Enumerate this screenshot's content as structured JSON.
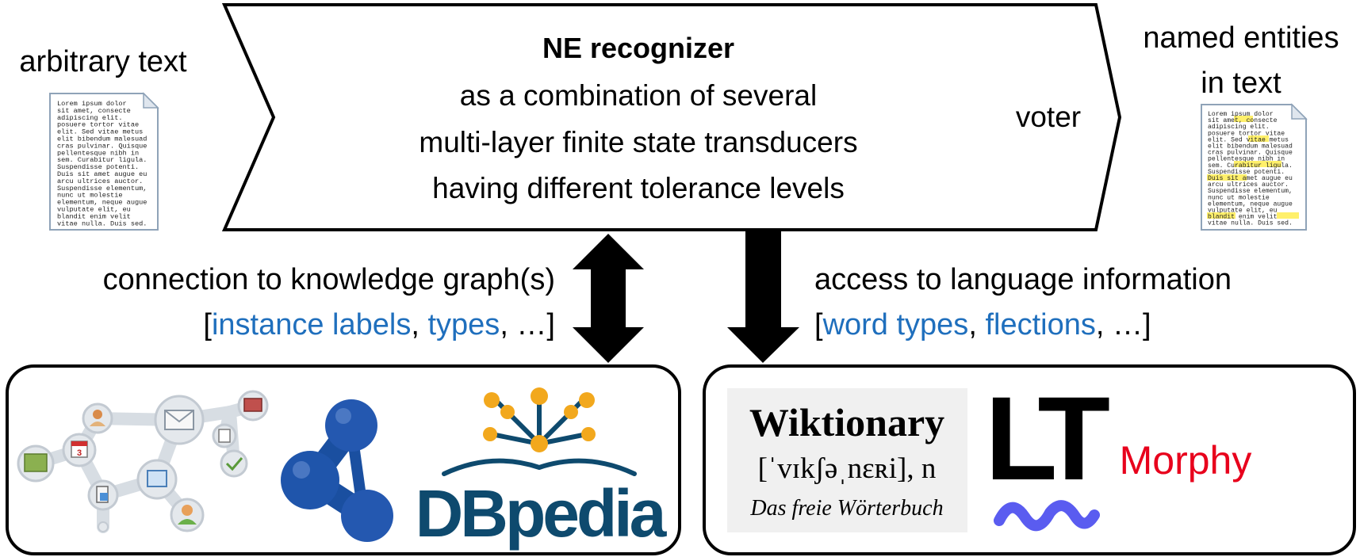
{
  "input": {
    "label": "arbitrary text"
  },
  "output": {
    "label_line1": "named entities",
    "label_line2": "in text"
  },
  "recognizer": {
    "title": "NE recognizer",
    "line1": "as a combination of several",
    "line2": "multi-layer finite state transducers",
    "line3": "having different tolerance levels",
    "voter": "voter"
  },
  "knowledge_graph": {
    "heading": "connection to knowledge graph(s)",
    "bracket_open": "[",
    "item1": "instance labels",
    "sep1": ", ",
    "item2": "types",
    "sep2": ", …]"
  },
  "language_info": {
    "heading": "access to language information",
    "bracket_open": "[",
    "item1": "word types",
    "sep1": ", ",
    "item2": "flections",
    "sep2": ", …]"
  },
  "logos": {
    "dbpedia": "DBpedia",
    "wiktionary_title": "Wiktionary",
    "wiktionary_ipa": "[ˈvɪkʃəˌnɛʀi], n",
    "wiktionary_sub": "Das freie Wörterbuch",
    "lt": "LT",
    "morphy": "Morphy"
  },
  "doc_text_lines": [
    "Lorem ipsum dolor",
    "sit amet, consecte",
    "adipiscing elit.",
    "posuere tortor vitae",
    "elit. Sed vitae metus a",
    "elit bibendum malesuada",
    "cras pulvinar. Quisque",
    "pellentesque nibh in",
    "sem. Curabitur ligula.",
    "Suspendisse potenti.",
    "Duis sit amet augue eu",
    "arcu ultrices auctor.",
    "Suspendisse elementum,",
    "nunc ut molestie",
    "elementum, neque augue",
    "vulputate elit, eu",
    "blandit enim velit",
    "vitae nulla. Duis sed."
  ],
  "colors": {
    "link_blue": "#1f6fbd",
    "morphy_red": "#e8001c",
    "dbpedia_teal": "#0e4a6e",
    "dbpedia_gold": "#f2a81d",
    "graph_blue": "#1a4fa0",
    "lt_wave": "#5a5cf0",
    "highlight": "#fff06b"
  },
  "icons": {
    "document": "document-icon",
    "highlighted_document": "highlighted-document-icon",
    "knowledge_graph": "knowledge-graph-icon",
    "rdf": "rdf-logo-icon",
    "dbpedia": "dbpedia-logo",
    "wiktionary": "wiktionary-logo",
    "languagetool": "languagetool-logo",
    "morphy": "morphy-logo"
  }
}
